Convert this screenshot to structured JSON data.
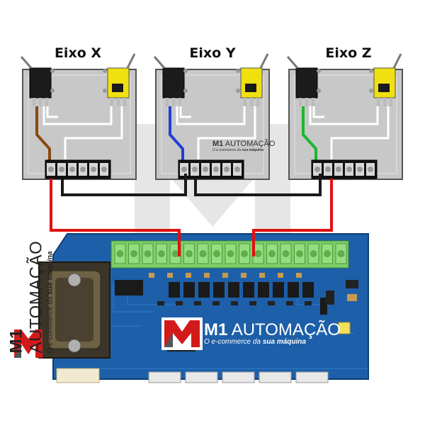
{
  "axes": [
    {
      "label": "Eixo X",
      "signal_wire_color": "#8a4a10"
    },
    {
      "label": "Eixo Y",
      "signal_wire_color": "#1f3fd8"
    },
    {
      "label": "Eixo Z",
      "signal_wire_color": "#19b82e"
    }
  ],
  "branding": {
    "name_bold": "M1",
    "name_rest": " AUTOMAÇÃO",
    "tagline_pre": "O e-commerce da ",
    "tagline_bold": "sua máquina"
  },
  "colors": {
    "positive_wire": "#e21010",
    "common_wire": "#1a1a1a",
    "board": "#1d5fa8",
    "terminal": "#7fcf6a",
    "switch_black": "#1b1b1b",
    "switch_yellow": "#f0e010",
    "plate": "#c8c8c8"
  }
}
